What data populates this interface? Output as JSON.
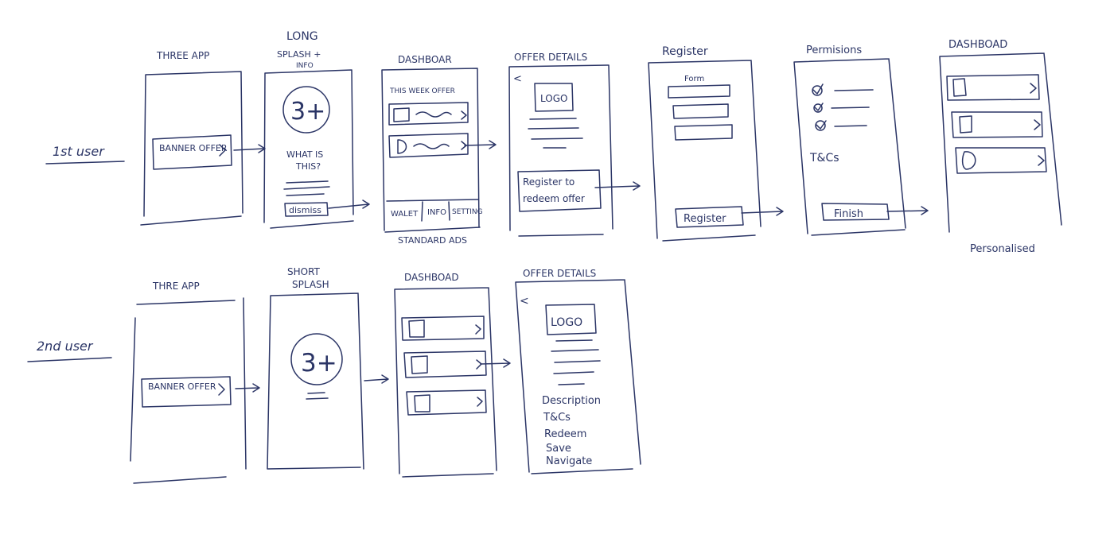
{
  "rows": [
    {
      "user_label": "1st user",
      "screens": [
        {
          "title": "THREE APP",
          "banner": "BANNER OFFER"
        },
        {
          "title_line1": "LONG",
          "title_line2": "SPLASH +",
          "title_line3": "INFO",
          "badge": "3+",
          "question_line1": "WHAT IS",
          "question_line2": "THIS?",
          "button": "dismiss"
        },
        {
          "title": "DASHBOAR",
          "heading": "THIS WEEK OFFER",
          "nav_items": [
            "WALET",
            "INFO",
            "SETTING"
          ],
          "caption": "STANDARD ADS"
        },
        {
          "title": "OFFER DETAILS",
          "back": "<",
          "logo": "LOGO",
          "cta_line1": "Register to",
          "cta_line2": "redeem offer"
        },
        {
          "title": "Register",
          "form_label": "Form",
          "button": "Register"
        },
        {
          "title": "Permisions",
          "terms": "T&Cs",
          "button": "Finish"
        },
        {
          "title": "DASHBOAD",
          "caption": "Personalised"
        }
      ]
    },
    {
      "user_label": "2nd user",
      "screens": [
        {
          "title": "THRE APP",
          "banner": "BANNER OFFER"
        },
        {
          "title_line1": "SHORT",
          "title_line2": "SPLASH",
          "badge": "3+"
        },
        {
          "title": "DASHBOAD"
        },
        {
          "title": "OFFER DETAILS",
          "back": "<",
          "logo": "LOGO",
          "list": [
            "Description",
            "T&Cs",
            "Redeem",
            "Save",
            "Navigate"
          ]
        }
      ]
    }
  ],
  "icons": {
    "chevron": "chevron-right-icon",
    "arrow": "arrow-right-icon",
    "check": "check-circle-icon",
    "image": "image-placeholder-icon"
  },
  "colors": {
    "ink": "#2b3566"
  }
}
